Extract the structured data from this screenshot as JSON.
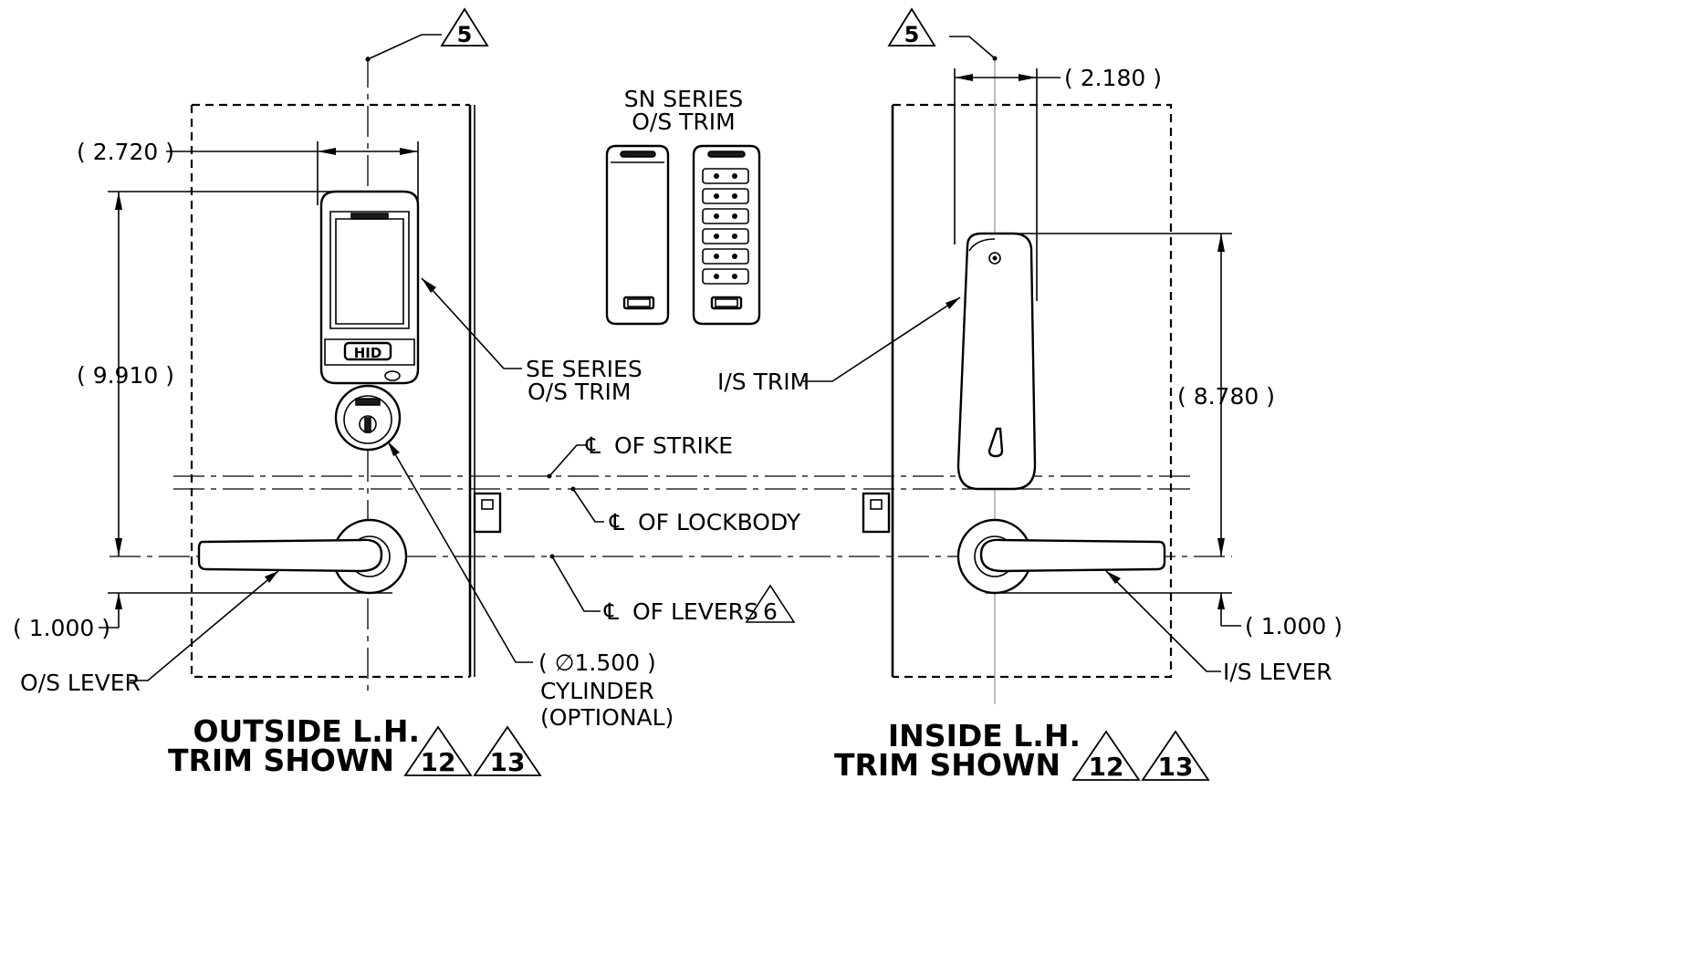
{
  "colors": {
    "line": "#000000",
    "background": "#ffffff",
    "ghost_line": "#9a9a9a"
  },
  "dimensions": {
    "outside_width": "( 2.720 )",
    "outside_height": "( 9.910 )",
    "outside_lever_offset": "( 1.000 )",
    "inside_width": "( 2.180 )",
    "inside_height": "( 8.780 )",
    "inside_lever_offset": "( 1.000 )",
    "cylinder_symbol": "∅",
    "cylinder_diameter": "( ∅1.500 )"
  },
  "labels": {
    "sn_series_line1": "SN SERIES",
    "sn_series_line2": "O/S TRIM",
    "se_series_line1": "SE SERIES",
    "se_series_line2": "O/S TRIM",
    "is_trim": "I/S TRIM",
    "cl_strike": "OF STRIKE",
    "cl_lockbody": "OF LOCKBODY",
    "cl_levers": "OF LEVERS",
    "cylinder_line1": "CYLINDER",
    "cylinder_line2": "(OPTIONAL)",
    "os_lever": "O/S LEVER",
    "is_lever": "I/S LEVER",
    "centerline_symbol": "℄"
  },
  "notes": {
    "note_5": "5",
    "note_6": "6",
    "note_12": "12",
    "note_13": "13"
  },
  "titles": {
    "outside_line1": "OUTSIDE L.H.",
    "outside_line2": "TRIM SHOWN",
    "inside_line1": "INSIDE L.H.",
    "inside_line2": "TRIM SHOWN"
  },
  "logos": {
    "reader_badge": "HID"
  }
}
